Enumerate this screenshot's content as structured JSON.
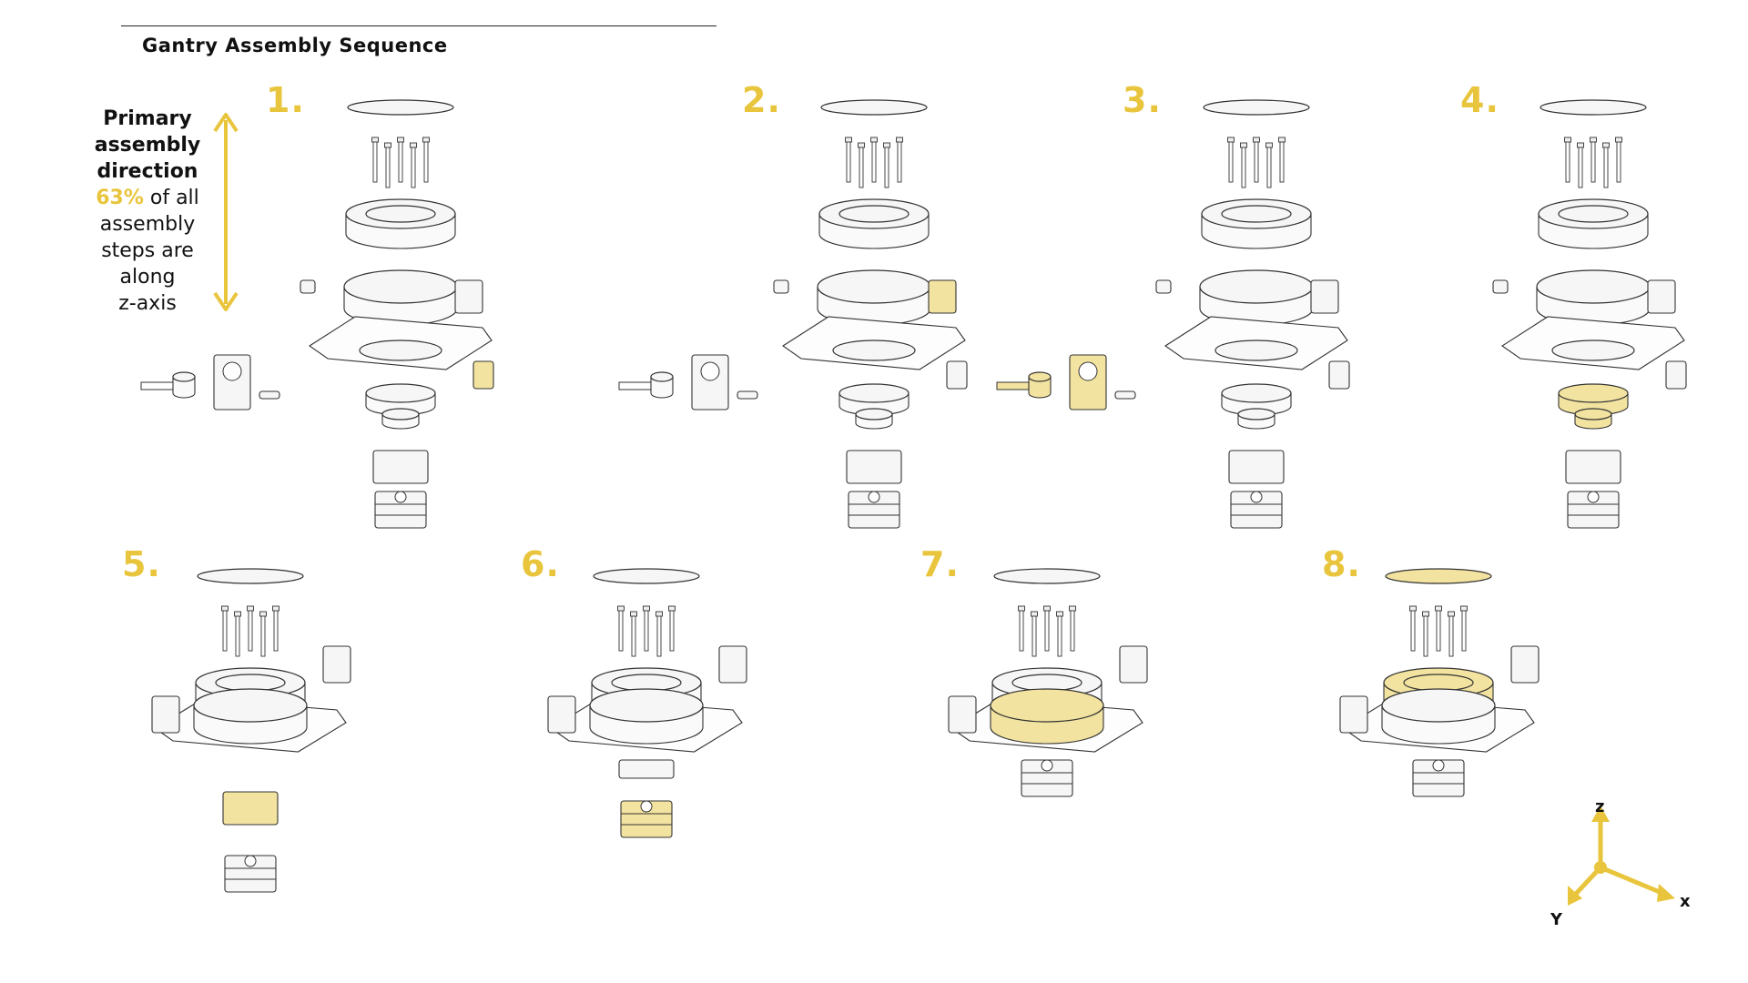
{
  "header": {
    "title": "Gantry Assembly Sequence"
  },
  "legend": {
    "line1": "Primary",
    "line2": "assembly",
    "line3": "direction",
    "pct": "63%",
    "pct_suffix": " of all",
    "line5": "assembly",
    "line6": "steps are",
    "line7": "along",
    "line8": "z-axis"
  },
  "steps": [
    {
      "label": "1.",
      "highlight": "bracket"
    },
    {
      "label": "2.",
      "highlight": "side-block"
    },
    {
      "label": "3.",
      "highlight": "shaft-mount"
    },
    {
      "label": "4.",
      "highlight": "lower-housing"
    },
    {
      "label": "5.",
      "highlight": "motor-mount"
    },
    {
      "label": "6.",
      "highlight": "motor"
    },
    {
      "label": "7.",
      "highlight": "bearing-ring"
    },
    {
      "label": "8.",
      "highlight": "top-cap"
    }
  ],
  "triad": {
    "z": "z",
    "x": "x",
    "y": "Y"
  },
  "colors": {
    "accent": "#e8c53c",
    "line": "#333333",
    "fill": "#f6f6f6",
    "highlight_fill": "#f3e3a0"
  }
}
